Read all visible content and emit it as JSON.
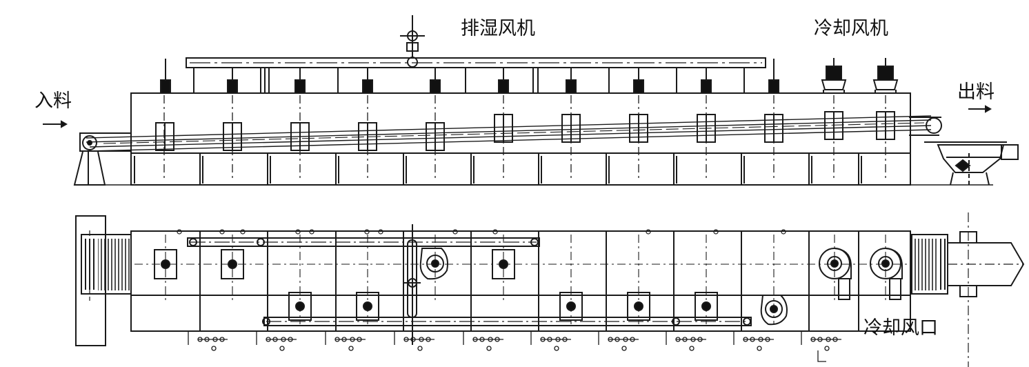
{
  "labels": {
    "exhaust_fan": "排湿风机",
    "cooling_fan": "冷却风机",
    "feed_in": "入料",
    "discharge": "出料",
    "cooling_air_outlet": "冷却风口"
  },
  "colors": {
    "line": "#1a1a1a",
    "fill": "#111111",
    "background": "#ffffff"
  }
}
